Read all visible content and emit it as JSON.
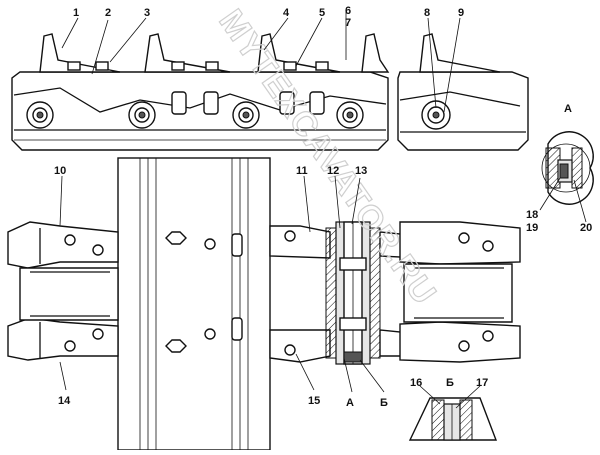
{
  "watermark": "MYTEXCAVATOR.RU",
  "labels": {
    "n1": "1",
    "n2": "2",
    "n3": "3",
    "n4": "4",
    "n5": "5",
    "n6": "6",
    "n7": "7",
    "n8": "8",
    "n9": "9",
    "n10": "10",
    "n11": "11",
    "n12": "12",
    "n13": "13",
    "n14": "14",
    "n15": "15",
    "n16": "16",
    "n17": "17",
    "n18": "18",
    "n19": "19",
    "n20": "20",
    "sectionA_top": "А",
    "sectionA_bottom": "А",
    "sectionB_top": "Б",
    "sectionB_bottom": "Б"
  }
}
